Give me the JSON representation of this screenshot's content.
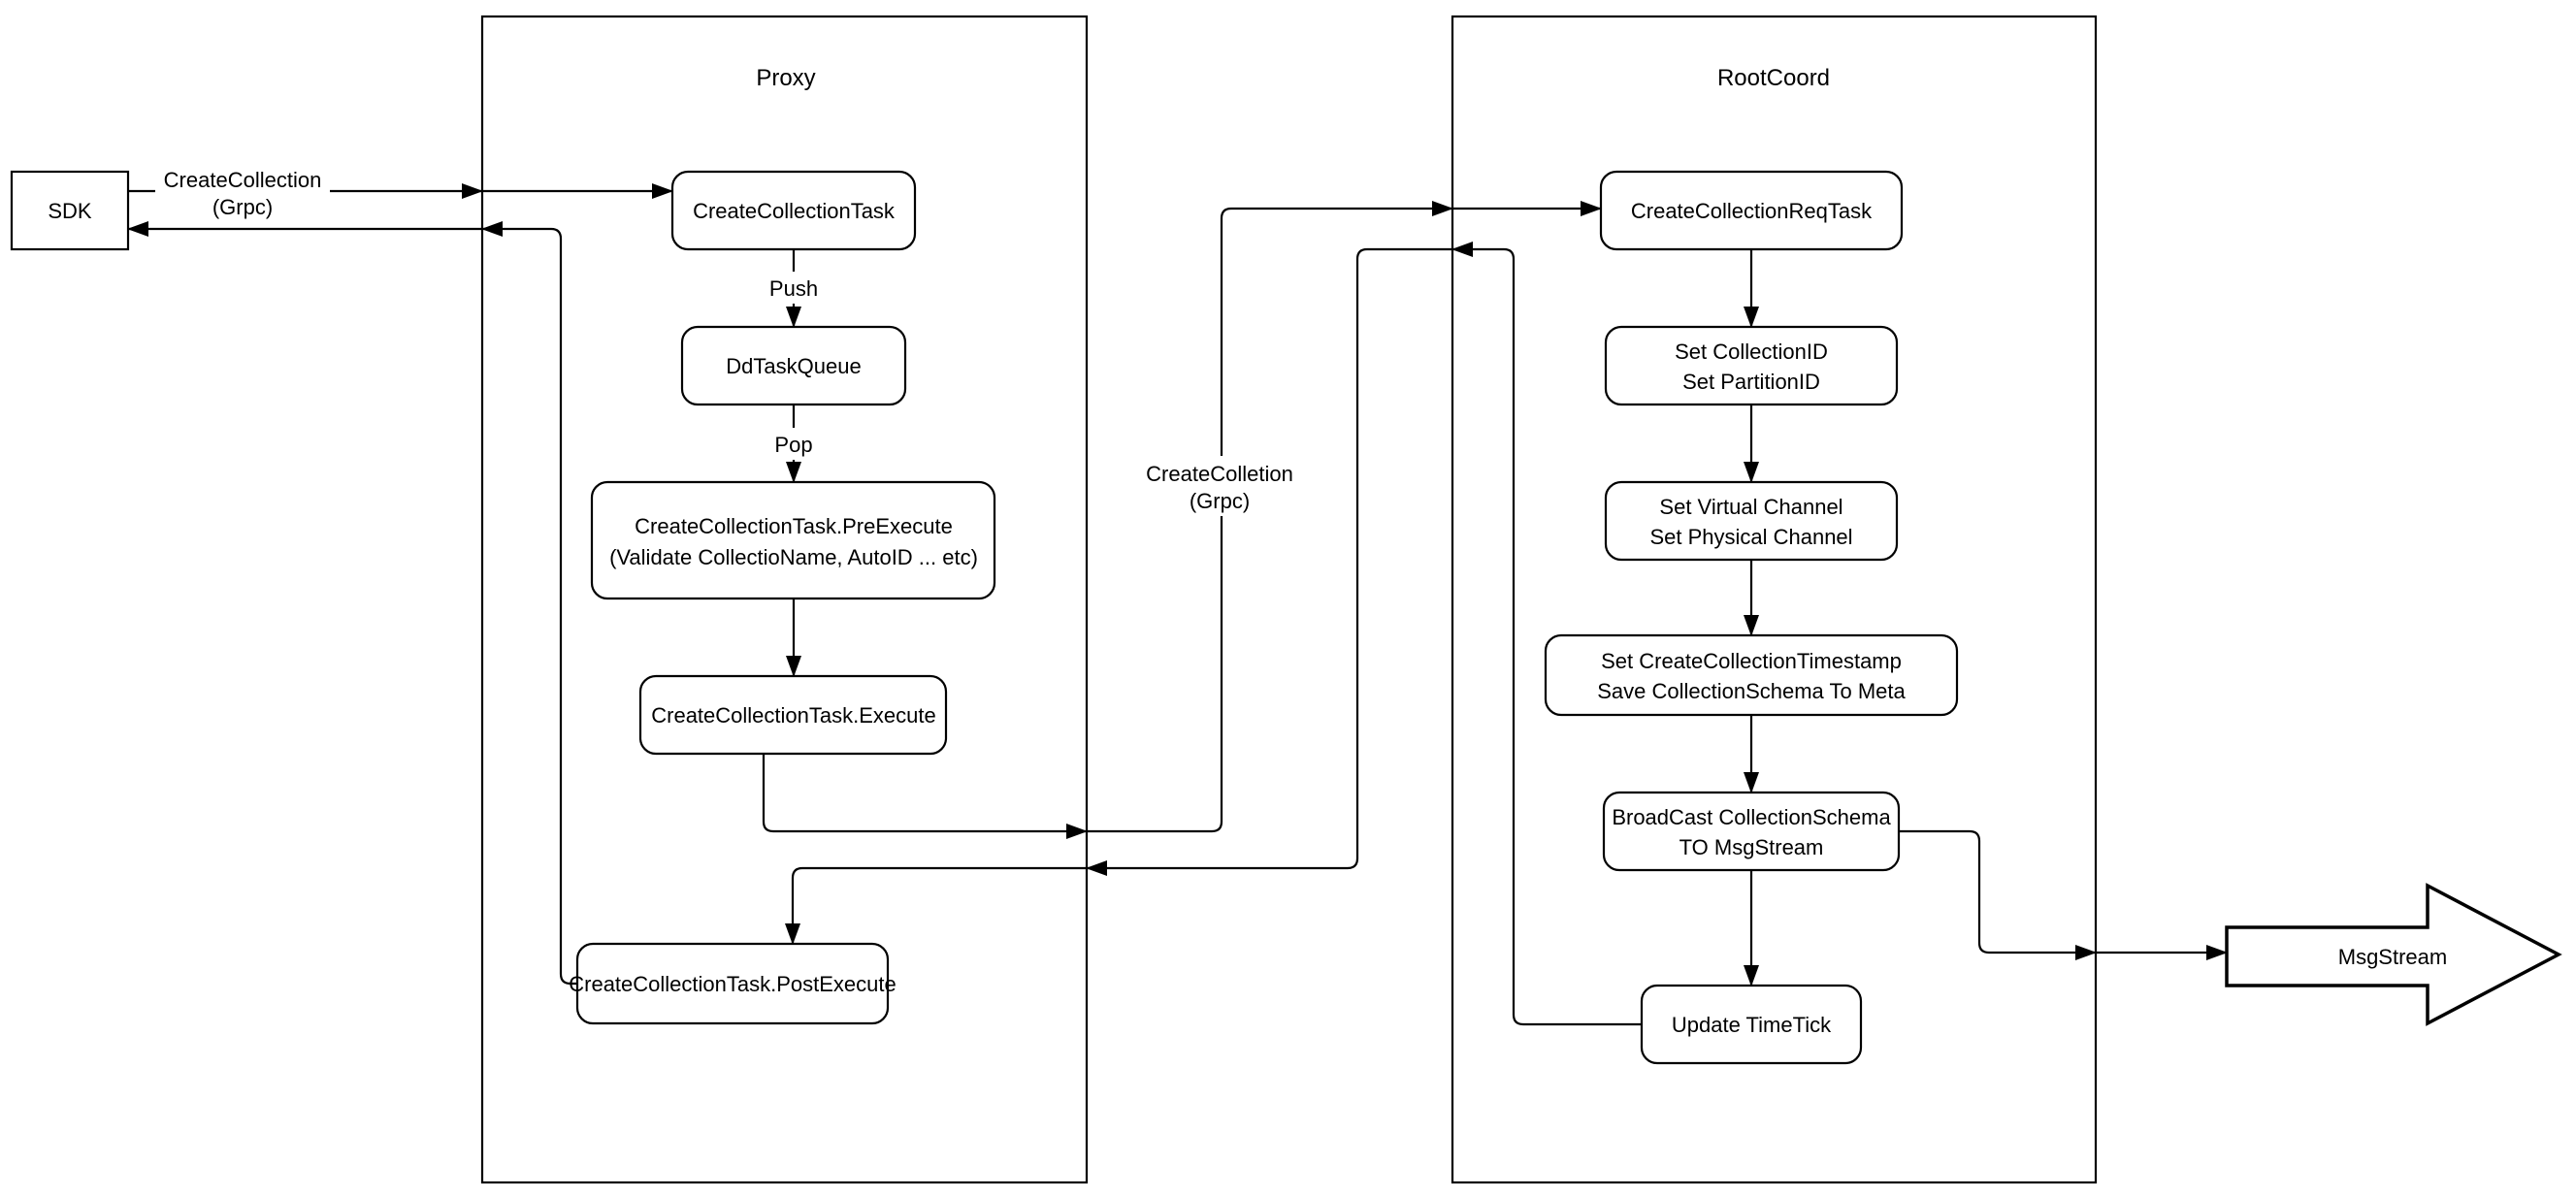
{
  "containers": {
    "proxy": {
      "title": "Proxy"
    },
    "rootcoord": {
      "title": "RootCoord"
    }
  },
  "nodes": {
    "sdk": {
      "label": "SDK"
    },
    "create_collection_task": {
      "label": "CreateCollectionTask"
    },
    "dd_task_queue": {
      "label": "DdTaskQueue"
    },
    "pre_execute": {
      "line1": "CreateCollectionTask.PreExecute",
      "line2": "(Validate CollectioName, AutoID ... etc)"
    },
    "execute": {
      "label": "CreateCollectionTask.Execute"
    },
    "post_execute": {
      "label": "CreateCollectionTask.PostExecute"
    },
    "create_collection_req_task": {
      "label": "CreateCollectionReqTask"
    },
    "set_ids": {
      "line1": "Set CollectionID",
      "line2": "Set PartitionID"
    },
    "set_channels": {
      "line1": "Set Virtual Channel",
      "line2": "Set Physical Channel"
    },
    "set_timestamp": {
      "line1": "Set CreateCollectionTimestamp",
      "line2": "Save CollectionSchema To Meta"
    },
    "broadcast": {
      "line1": "BroadCast CollectionSchema",
      "line2": "TO MsgStream"
    },
    "update_timetick": {
      "label": "Update TimeTick"
    },
    "msgstream": {
      "label": "MsgStream"
    }
  },
  "edge_labels": {
    "sdk_call_line1": "CreateCollection",
    "sdk_call_line2": "(Grpc)",
    "push": "Push",
    "pop": "Pop",
    "proxy_call_line1": "CreateColletion",
    "proxy_call_line2": "(Grpc)"
  },
  "colors": {
    "stroke": "#000000",
    "node_fill": "#ffffff",
    "background": "#ffffff"
  }
}
